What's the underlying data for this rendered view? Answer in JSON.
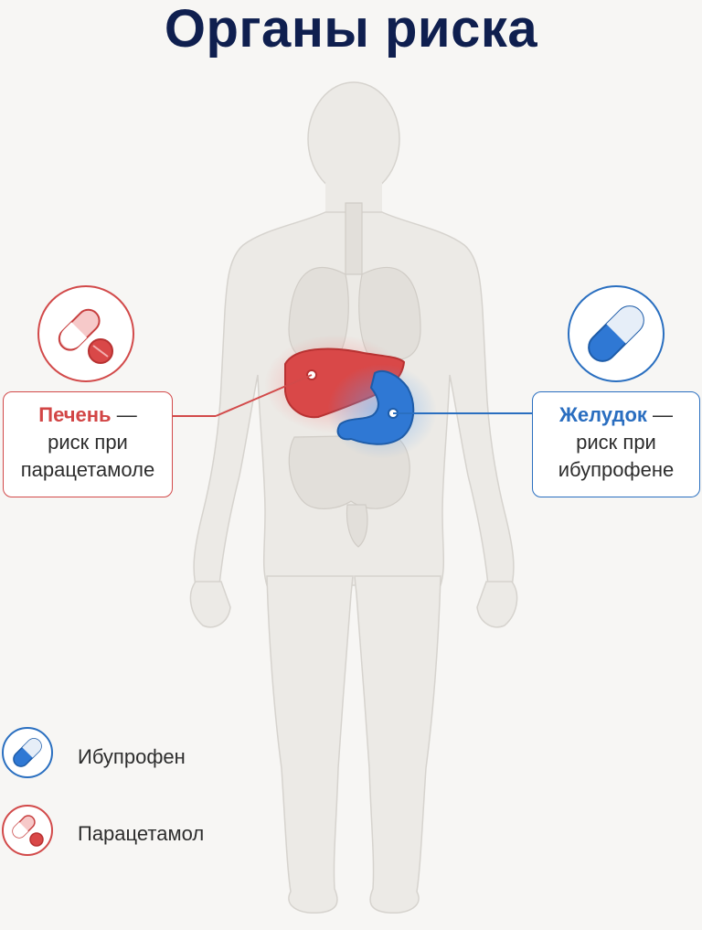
{
  "title": "Органы риска",
  "callouts": {
    "liver": {
      "organ": "Печень",
      "dash": " —",
      "line1": "риск при",
      "line2": "парацетамоле"
    },
    "stomach": {
      "organ": "Желудок",
      "dash": " —",
      "line1": "риск при",
      "line2": "ибупрофене"
    }
  },
  "legend": {
    "items": [
      {
        "label": "Ибупрофен",
        "icon": "blue-capsule-icon"
      },
      {
        "label": "Парацетамол",
        "icon": "red-capsule-and-tablet-icon"
      }
    ]
  },
  "colors": {
    "title": "#0f1f4f",
    "paracetamol": "#d24a4a",
    "ibuprofen": "#2a6fc0",
    "body": "#eceae6",
    "organ_outline": "#d6d2cc"
  }
}
